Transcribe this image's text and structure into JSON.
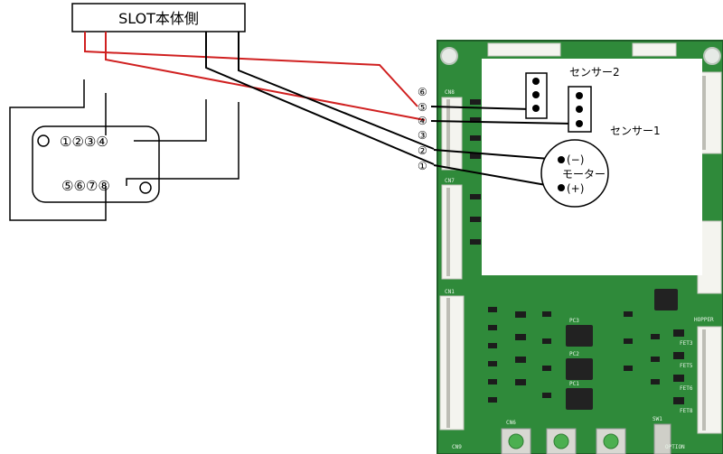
{
  "header": {
    "title": "SLOT本体側"
  },
  "connector": {
    "pins_top": "①②③④",
    "pins_bottom": "⑤⑥⑦⑧"
  },
  "wire_numbers": [
    "⑥",
    "⑤",
    "④",
    "③",
    "②",
    "①"
  ],
  "sensors": {
    "sensor2": "センサー2",
    "sensor1": "センサー1"
  },
  "motor": {
    "label": "モーター",
    "minus": "(−)",
    "plus": "(+)"
  },
  "board": {
    "silkscreen": [
      "CN8",
      "CN7",
      "CN1",
      "CN6",
      "HOPPER",
      "OPTION",
      "PC3",
      "PC2",
      "PC1",
      "FET3",
      "FET5",
      "FET6",
      "FET8",
      "SW1",
      "CN9"
    ]
  },
  "colors": {
    "wire_red": "#d02020",
    "wire_black": "#000000",
    "pcb": "#2f8a3a"
  }
}
